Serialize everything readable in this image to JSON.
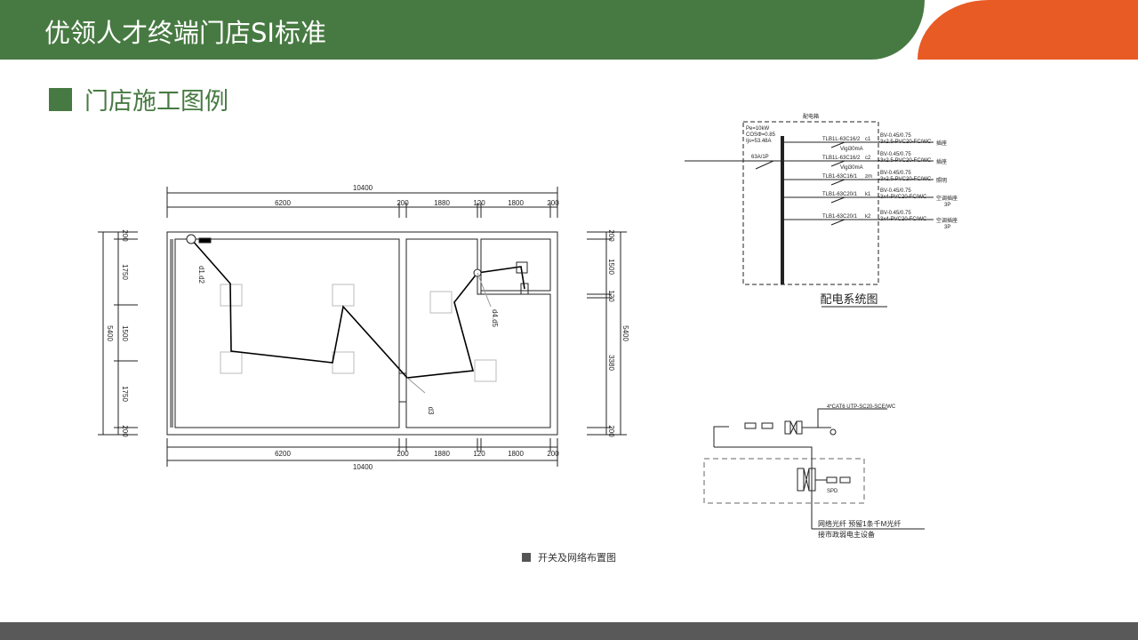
{
  "header": {
    "title": "优领人才终端门店SI标准"
  },
  "section": {
    "title": "门店施工图例"
  },
  "caption": {
    "text": "开关及网络布置图"
  },
  "colors": {
    "brand_green": "#477a42",
    "accent_orange": "#e85b25",
    "footer_gray": "#595959"
  },
  "floor_plan": {
    "top_total": "10400",
    "bottom_total": "10400",
    "top_segments": [
      "6200",
      "200",
      "1880",
      "120",
      "1800",
      "200"
    ],
    "bottom_segments": [
      "6200",
      "200",
      "1880",
      "120",
      "1800",
      "200"
    ],
    "left_total": "5400",
    "left_segments": [
      "200",
      "1750",
      "1500",
      "1750",
      "200"
    ],
    "right_total": "5400",
    "right_segments": [
      "200",
      "1500",
      "120",
      "3380",
      "200"
    ],
    "circuit_labels": [
      "d1.d2",
      "d3",
      "d4.d5"
    ]
  },
  "distribution": {
    "box_title": "配电箱",
    "params": [
      "Pe=10kW",
      "COSΦ=0.85",
      "Ijs=53.48A"
    ],
    "main_breaker": "63A/1P",
    "branches": [
      {
        "breaker": "TLB1L-63C16/2",
        "rcd": "Vigi30mA",
        "code": "c1",
        "cable1": "BV-0.45/0.75",
        "cable2": "-3x2.5-PVC20-FC/WC",
        "load": "插座",
        "load2": ""
      },
      {
        "breaker": "TLB1L-63C16/2",
        "rcd": "Vigi30mA",
        "code": "c2",
        "cable1": "BV-0.45/0.75",
        "cable2": "-3x2.5-PVC20-FC/WC",
        "load": "插座",
        "load2": ""
      },
      {
        "breaker": "TLB1-63C16/1",
        "rcd": "",
        "code": "zm",
        "cable1": "BV-0.45/0.75",
        "cable2": "-3x2.5-PVC20-FC/WC",
        "load": "照明",
        "load2": ""
      },
      {
        "breaker": "TLB1-63C20/1",
        "rcd": "",
        "code": "k1",
        "cable1": "BV-0.45/0.75",
        "cable2": "-3x4-PVC20-FC/WC",
        "load": "空调插座",
        "load2": "3P"
      },
      {
        "breaker": "TLB1-63C20/1",
        "rcd": "",
        "code": "k2",
        "cable1": "BV-0.45/0.75",
        "cable2": "-3x4-PVC20-FC/WC",
        "load": "空调插座",
        "load2": "3P"
      }
    ],
    "diagram_title": "配电系统图"
  },
  "network": {
    "cable": "4*CAT6 UTP-SC20-SCE/WC",
    "note1": "网络光纤 预留1条千M光纤",
    "note2": "接市政弱电主设备",
    "spd": "SPD"
  }
}
